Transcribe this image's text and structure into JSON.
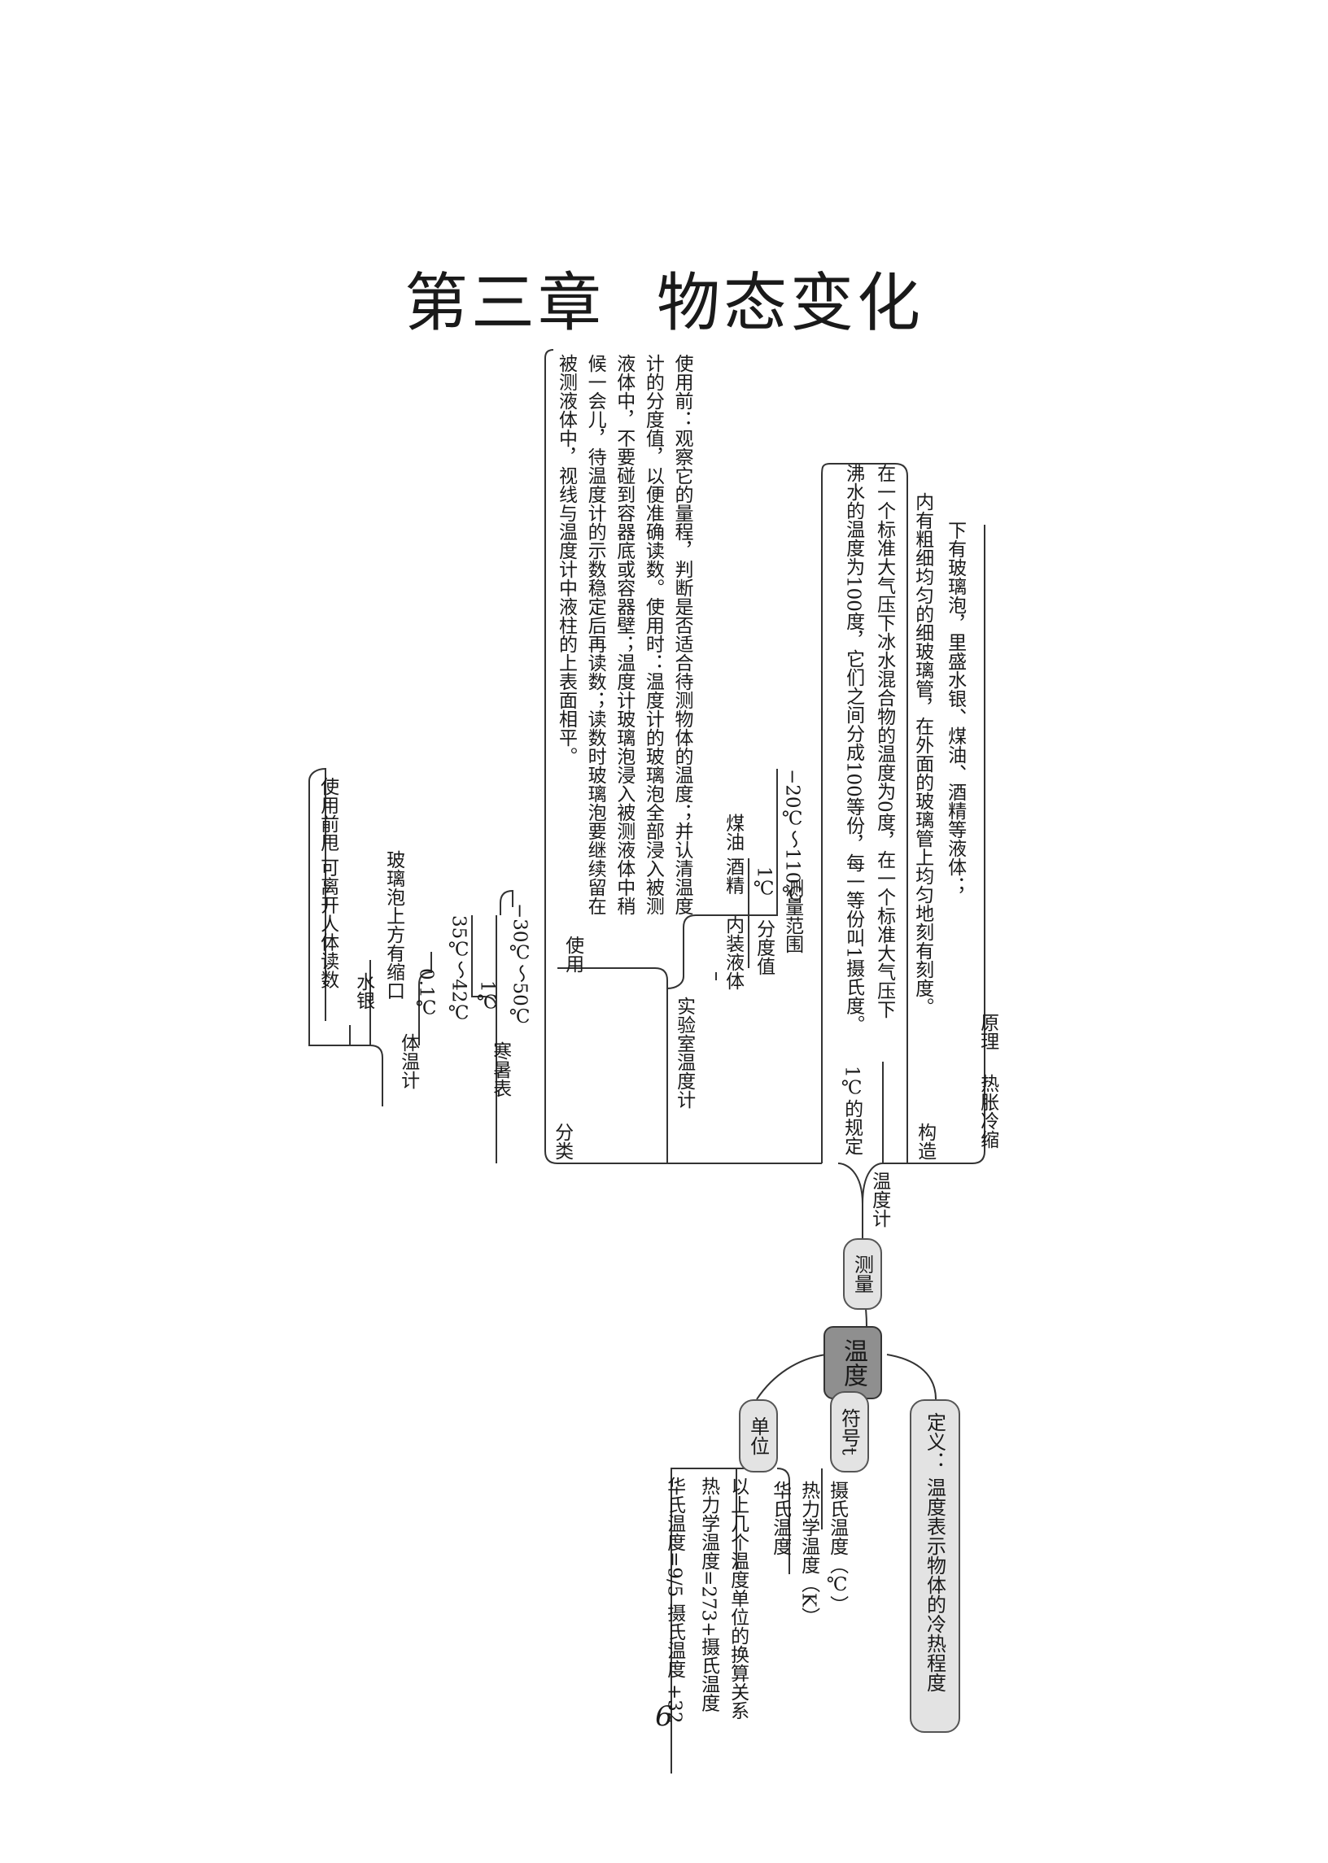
{
  "title": {
    "part1": "第三章",
    "part2": "物态变化"
  },
  "page_number": "6",
  "root": "温度",
  "definition": {
    "label": "定义：",
    "text": "温度表示物体的冷热程度"
  },
  "symbol": "符号t",
  "measure": "测量",
  "thermometer": "温度计",
  "unit": {
    "label": "单位",
    "celsius": "摄氏温度（℃）",
    "kelvin": "热力学温度（K）",
    "fahrenheit": "华氏温度",
    "relation_title": "以上几个温度单位的换算关系",
    "relation1": "热力学温度=273+摄氏温度",
    "relation2": "华氏温度=9/5 摄氏温度 +32"
  },
  "principle": {
    "label": "原理",
    "text": "热胀冷缩"
  },
  "structure": {
    "label": "构造",
    "line1": "下有玻璃泡，里盛水银、煤油、酒精等液体；",
    "line2": "内有粗细均匀的细玻璃管，在外面的玻璃管上均匀地刻有刻度。"
  },
  "celsius_rule": {
    "label": "1℃的规定",
    "line1": "在一个标准大气压下冰水混合物的温度为0度，在一个标准大气压下",
    "line2": "沸水的温度为100度，它们之间分成100等份，每一等份叫1摄氏度。"
  },
  "classification": "分类",
  "lab": {
    "label": "实验室温度计",
    "range_label": "测量范围",
    "range": "−20℃～110℃",
    "division_label": "分度值",
    "division": "1℃",
    "liquid_label": "内装液体",
    "liquid": "煤油 酒精",
    "usage_label": "使用",
    "usage_line1": "使用前：观察它的量程，判断是否适合待测物体的温度；并认清温度",
    "usage_line2": "计的分度值，以便准确读数。使用时：温度计的玻璃泡全部浸入被测",
    "usage_line3": "液体中，不要碰到容器底或容器壁；温度计玻璃泡浸入被测液体中稍",
    "usage_line4": "候一会儿，待温度计的示数稳定后再读数；读数时玻璃泡要继续留在",
    "usage_line5": "被测液体中，视线与温度计中液柱的上表面相平。"
  },
  "weather": {
    "label": "寒暑表",
    "range": "−30℃～50℃",
    "division": "1℃"
  },
  "clinical": {
    "label": "体温计",
    "range": "35℃～42℃",
    "division": "0.1℃",
    "liquid": "水银",
    "feature": "玻璃泡上方有缩口",
    "usage": "使用前甩 可离开人体读数"
  }
}
